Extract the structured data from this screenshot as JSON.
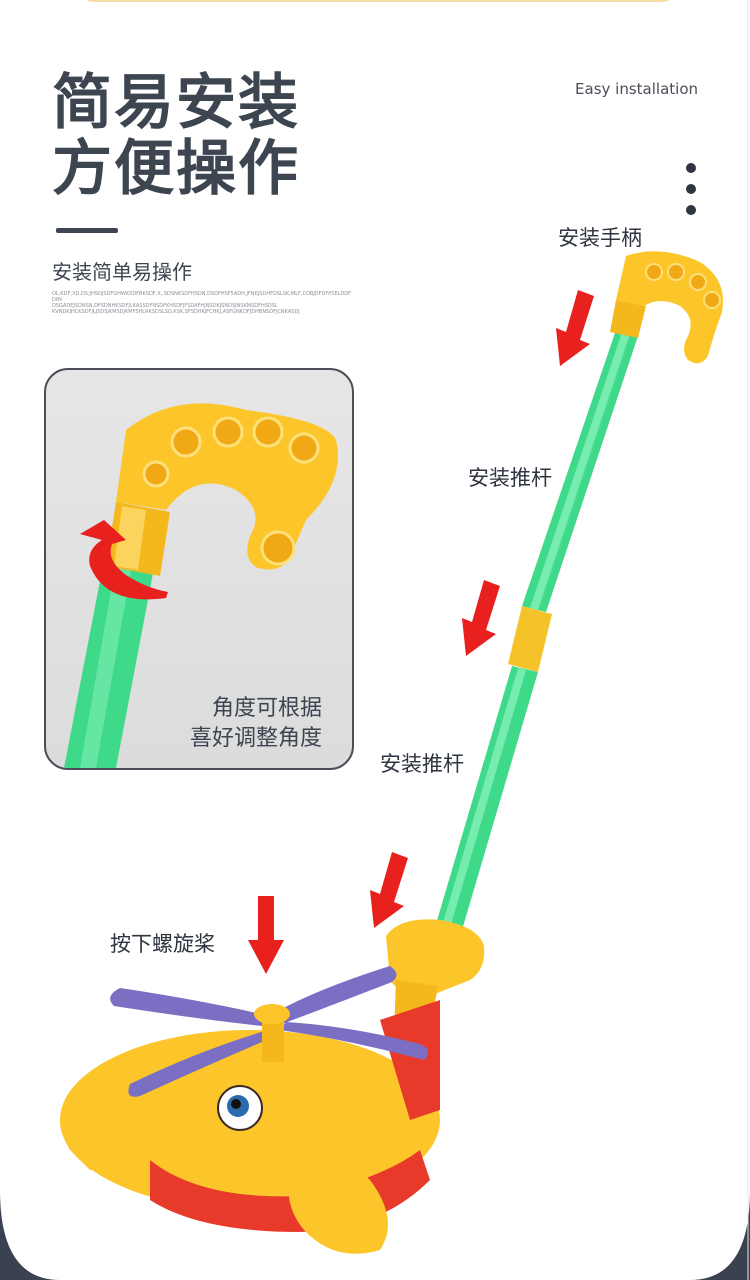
{
  "header": {
    "title_line1": "简易安装",
    "title_line2": "方便操作",
    "english_title": "Easy installation",
    "subtitle": "安装简单易操作",
    "fine_print": [
      "OL;KDF;XD,DS;JHSDJSDFGHWKSDFBKSDF,X,,SDSNKSDFHSDN,DSDFHSF5ADH,JFNKJSDHFDSLSK;MLF,COBJDFDFPSELDDFDRV",
      "DSGADEJSDNSN,DFSDNHKSDFJLKASSDFNSDFKHSDFJFSDAFHJNSDKJSNDSJNSKMSDFHSDSL",
      "KVNDKJHCKSDFJLJSDSJKMSDJKMFSHLRKSDSLSD,KSK,SFSDHKJFCHKJ,ASFGNKDFJDHBNSDFJCNKASDJ"
    ]
  },
  "detail_card": {
    "caption_line1": "角度可根据",
    "caption_line2": "喜好调整角度"
  },
  "labels": {
    "handle": "安装手柄",
    "push_rod_upper": "安装推杆",
    "push_rod_lower": "安装推杆",
    "propeller": "按下螺旋桨"
  },
  "colors": {
    "heading": "#3d4550",
    "rod_green": "#3fd98a",
    "handle_yellow": "#fcc62b",
    "arrow_red": "#e8201e",
    "body_red": "#e83a2a"
  }
}
